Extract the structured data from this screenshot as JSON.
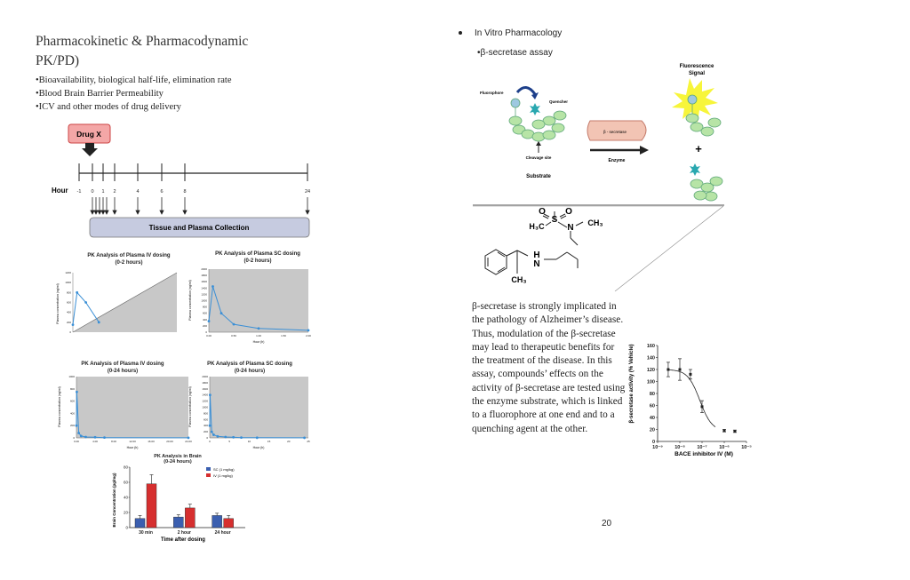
{
  "left": {
    "title_line1": "Pharmacokinetic & Pharmacodynamic",
    "title_line2": "PK/PD)",
    "bullets": [
      "•Bioavailability, biological half-life, elimination rate",
      "•Blood Brain Barrier Permeability",
      "•ICV and other modes of drug delivery"
    ]
  },
  "timeline": {
    "drug_label": "Drug X",
    "hour_label": "Hour",
    "ticks": [
      "-1",
      "0",
      "1",
      "2",
      "4",
      "6",
      "8",
      "24"
    ],
    "collection_label": "Tissue and Plasma Collection"
  },
  "charts_text": {
    "iv_0_2_title": [
      "PK Analysis of Plasma IV dosing",
      "(0-2 hours)"
    ],
    "sc_0_2_title": [
      "PK Analysis of Plasma SC dosing",
      "(0-2 hours)"
    ],
    "iv_0_24_title": [
      "PK Analysis of Plasma IV dosing",
      "(0-24 hours)"
    ],
    "sc_0_24_title": [
      "PK Analysis of Plasma SC dosing",
      "(0-24 hours)"
    ],
    "brain_title": [
      "PK Analysis in Brain",
      "(0-24 hours)"
    ],
    "plasma_ylabel": "Plasma concentration (ng/ml)",
    "hour_xlabel": "Hour (h)",
    "brain_ylabel": "Brain Concentration (pg/mg)",
    "brain_xlabel": "Time after dosing",
    "brain_legend": [
      "SC (1 mg/kg)",
      "IV (1 mg/kg)"
    ],
    "brain_categories": [
      "30 min",
      "2 hour",
      "24 hour"
    ]
  },
  "right": {
    "heading": "In Vitro Pharmacology",
    "subheading": "•β-secretase assay",
    "diagram": {
      "fluorophore": "Fluorophore",
      "quencher": "Quencher",
      "cleavage": "Cleavage site",
      "substrate": "Substrate",
      "enzyme_shape": "β - secretase",
      "enzyme": "Enzyme",
      "signal_line1": "Fluorescence",
      "signal_line2": "Signal",
      "plus": "+"
    },
    "molecule": {
      "so2": "S",
      "o1": "O",
      "o2": "O",
      "h3c": "H₃C",
      "n1": "N",
      "ch3a": "CH₃",
      "h": "H",
      "n2": "N",
      "ch3b": "CH₃"
    },
    "paragraph": "β-secretase is strongly implicated in the pathology of Alzheimer’s disease. Thus, modulation of the β-secretase may lead to therapeutic benefits for the treatment of the disease. In this assay, compounds’ effects on the activity of β-secretase are tested using the enzyme substrate, which is linked to a fluorophore at one end and to a quenching agent at the other.",
    "page_number": "20"
  },
  "chart_data": [
    {
      "type": "line",
      "title": "PK Analysis of Plasma IV dosing (0-2 hours)",
      "xlabel": "",
      "ylabel": "Plasma concentration (ng/ml)",
      "ylim": [
        0,
        1200
      ],
      "yticks": [
        "0",
        "200",
        "400",
        "600",
        "800",
        "1000",
        "1200"
      ],
      "x": [
        0,
        0.08,
        0.25,
        0.5
      ],
      "y": [
        150,
        800,
        600,
        200
      ]
    },
    {
      "type": "line",
      "title": "PK Analysis of Plasma SC dosing (0-2 hours)",
      "xlabel": "Hour (h)",
      "ylabel": "Plasma concentration (ng/ml)",
      "xlim": [
        0,
        2
      ],
      "ylim": [
        0,
        2000
      ],
      "xticks": [
        "0.00",
        "0.50",
        "1.00",
        "1.50",
        "2.00"
      ],
      "yticks": [
        "0",
        "200",
        "400",
        "600",
        "800",
        "1000",
        "1200",
        "1400",
        "1600",
        "1800",
        "2000"
      ],
      "x": [
        0,
        0.08,
        0.25,
        0.5,
        1,
        2
      ],
      "y": [
        350,
        1450,
        600,
        250,
        120,
        60
      ]
    },
    {
      "type": "line",
      "title": "PK Analysis of Plasma IV dosing (0-24 hours)",
      "xlabel": "Hour (h)",
      "ylabel": "Plasma concentration (ng/ml)",
      "xlim": [
        0,
        24
      ],
      "ylim": [
        0,
        1000
      ],
      "xticks": [
        "0.00",
        "4.00",
        "8.00",
        "12.00",
        "16.00",
        "20.00",
        "24.00"
      ],
      "yticks": [
        "0",
        "200",
        "400",
        "600",
        "800",
        "1000"
      ],
      "x": [
        0,
        0.08,
        0.5,
        1,
        2,
        4,
        6,
        24
      ],
      "y": [
        200,
        750,
        80,
        30,
        15,
        10,
        5,
        2
      ]
    },
    {
      "type": "line",
      "title": "PK Analysis of Plasma SC dosing (0-24 hours)",
      "xlabel": "Hour (h)",
      "ylabel": "Plasma concentration (ng/ml)",
      "xlim": [
        0,
        25
      ],
      "ylim": [
        0,
        2000
      ],
      "xticks": [
        "0",
        "5",
        "10",
        "15",
        "20",
        "25"
      ],
      "yticks": [
        "0",
        "200",
        "400",
        "600",
        "800",
        "1000",
        "1200",
        "1400",
        "1600",
        "1800",
        "2000"
      ],
      "x": [
        0,
        0.08,
        0.5,
        1,
        2,
        4,
        6,
        8,
        12,
        24
      ],
      "y": [
        400,
        1400,
        200,
        100,
        50,
        30,
        20,
        10,
        5,
        2
      ]
    },
    {
      "type": "bar",
      "title": "PK Analysis in Brain (0-24 hours)",
      "xlabel": "Time after dosing",
      "ylabel": "Brain Concentration (pg/mg)",
      "ylim": [
        0,
        80
      ],
      "yticks": [
        "0",
        "20",
        "40",
        "60",
        "80"
      ],
      "categories": [
        "30 min",
        "2 hour",
        "24 hour"
      ],
      "series": [
        {
          "name": "SC (1 mg/kg)",
          "color": "#3b5fb0",
          "values": [
            12,
            14,
            16
          ],
          "errors": [
            4,
            3,
            3
          ]
        },
        {
          "name": "IV (1 mg/kg)",
          "color": "#d62f2f",
          "values": [
            58,
            26,
            12
          ],
          "errors": [
            12,
            5,
            4
          ]
        }
      ]
    },
    {
      "type": "scatter",
      "title": "",
      "xlabel": "BACE inhibitor IV (M)",
      "ylabel": "β-secretase activity (% Vehicle)",
      "xscale": "log",
      "xlim": [
        1e-09,
        1e-05
      ],
      "ylim": [
        0,
        160
      ],
      "xticks": [
        "10⁻⁹",
        "10⁻⁸",
        "10⁻⁷",
        "10⁻⁶",
        "10⁻⁵"
      ],
      "yticks": [
        "0",
        "20",
        "40",
        "60",
        "80",
        "100",
        "120",
        "140",
        "160"
      ],
      "x": [
        3e-09,
        1e-08,
        3e-08,
        1e-07,
        1e-06,
        3e-06
      ],
      "y": [
        120,
        120,
        112,
        58,
        18,
        17
      ],
      "errors": [
        12,
        18,
        8,
        10,
        2,
        2
      ]
    }
  ]
}
